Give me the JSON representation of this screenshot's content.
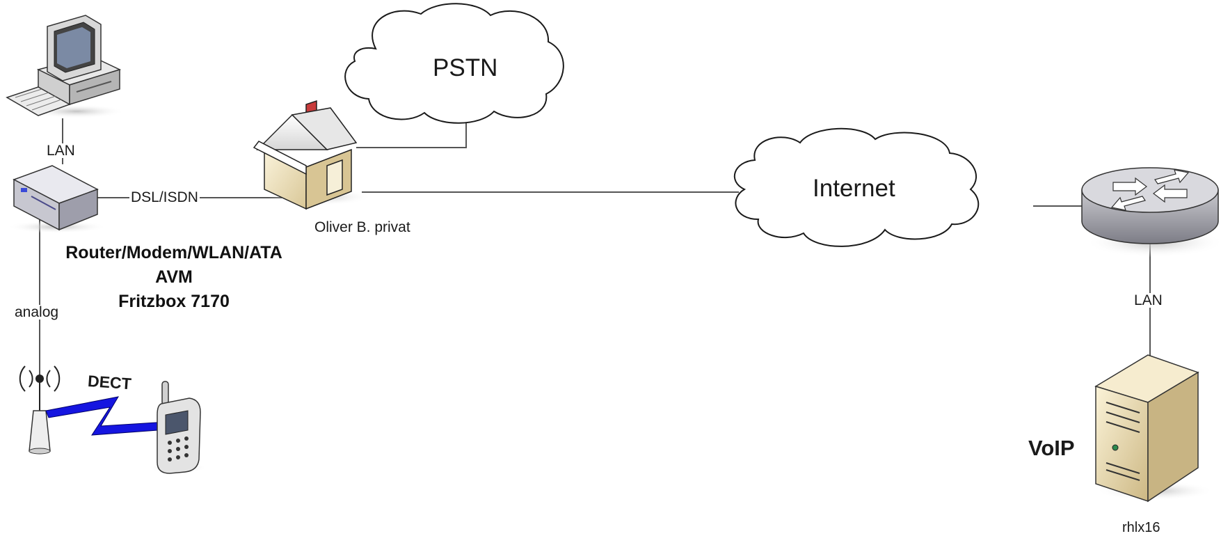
{
  "labels": {
    "pc_link": "LAN",
    "dsl_link": "DSL/ISDN",
    "house": "Oliver B. privat",
    "pstn": "PSTN",
    "internet": "Internet",
    "router_lines": [
      "Router/Modem/WLAN/ATA",
      "AVM",
      "Fritzbox 7170"
    ],
    "analog_link": "analog",
    "dect": "DECT",
    "server_link": "LAN",
    "server_title": "VoIP",
    "server_host": "rhlx16"
  },
  "nodes": [
    {
      "id": "pc",
      "icon": "desktop-computer-icon"
    },
    {
      "id": "router",
      "icon": "router-modem-icon"
    },
    {
      "id": "house",
      "icon": "house-icon"
    },
    {
      "id": "pstn",
      "icon": "cloud-icon"
    },
    {
      "id": "internet",
      "icon": "cloud-icon"
    },
    {
      "id": "core_router",
      "icon": "network-router-icon"
    },
    {
      "id": "server",
      "icon": "server-icon"
    },
    {
      "id": "dect_base",
      "icon": "dect-base-station-icon"
    },
    {
      "id": "handset",
      "icon": "cordless-phone-icon"
    }
  ],
  "edges": [
    {
      "from": "pc",
      "to": "router",
      "label": "LAN"
    },
    {
      "from": "router",
      "to": "house",
      "label": "DSL/ISDN"
    },
    {
      "from": "house",
      "to": "pstn"
    },
    {
      "from": "house",
      "to": "internet"
    },
    {
      "from": "internet",
      "to": "core_router"
    },
    {
      "from": "core_router",
      "to": "server",
      "label": "LAN"
    },
    {
      "from": "router",
      "to": "dect_base",
      "label": "analog"
    },
    {
      "from": "dect_base",
      "to": "handset",
      "label": "DECT"
    }
  ],
  "colors": {
    "line": "#555555",
    "cloud_fill": "#ffffff",
    "cloud_stroke": "#1a1a1a",
    "dect_bolt": "#1515e0",
    "house_wall": "#efe2bf",
    "chimney": "#c83c3c",
    "server_body": "#ebdcb0",
    "router_fill": "#9a9aa2"
  }
}
